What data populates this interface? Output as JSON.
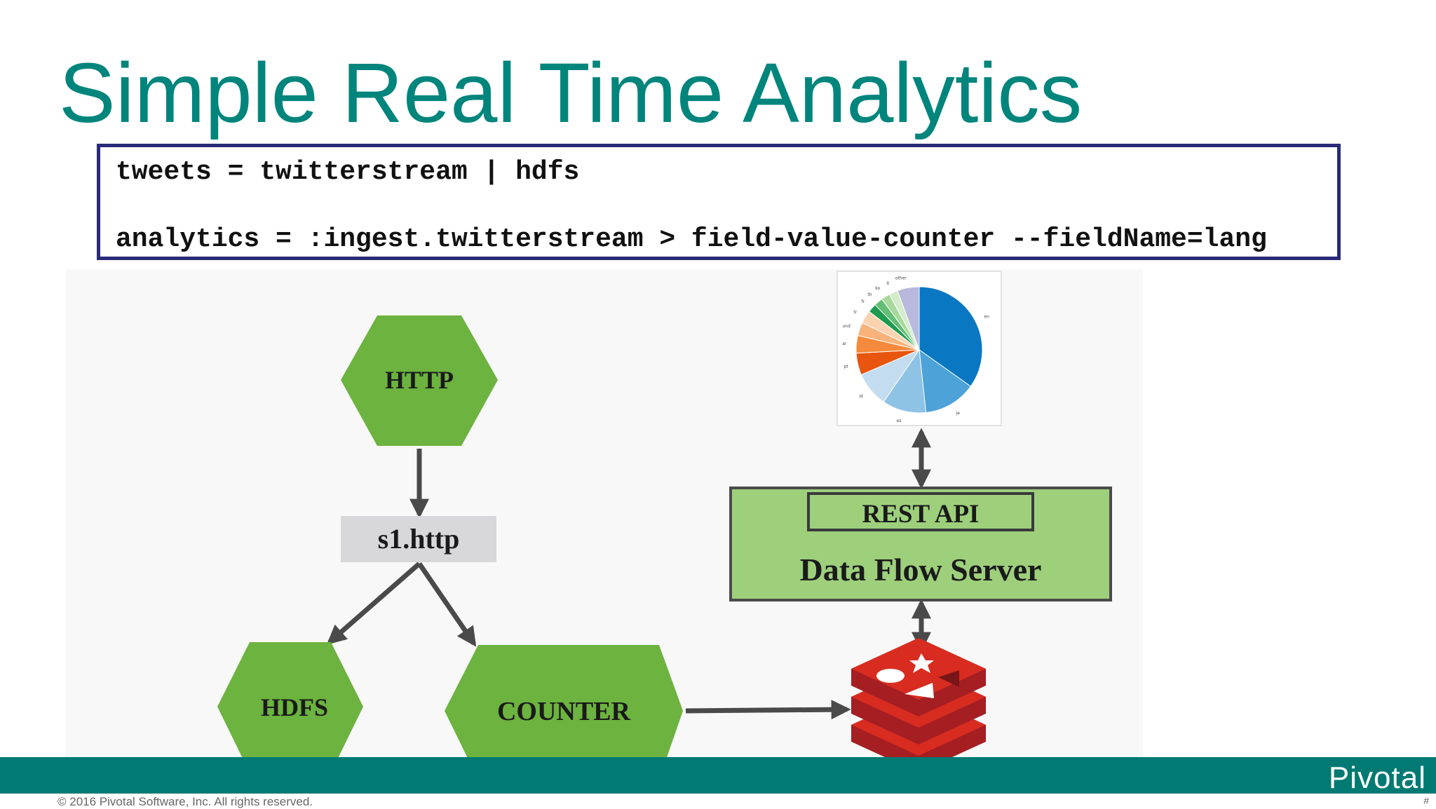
{
  "slide": {
    "title": "Simple Real Time Analytics",
    "footer_copyright": "© 2016 Pivotal Software, Inc.  All rights reserved.",
    "brand": "Pivotal",
    "page_number": "#"
  },
  "code": {
    "line1": "tweets = twitterstream | hdfs",
    "line2": "analytics = :ingest.twitterstream > field-value-counter --fieldName=lang"
  },
  "diagram": {
    "nodes": {
      "http": "HTTP",
      "channel": "s1.http",
      "hdfs": "HDFS",
      "counter": "COUNTER",
      "rest_api": "REST API",
      "server": "Data Flow Server"
    },
    "edges": [
      {
        "from": "HTTP",
        "to": "s1.http"
      },
      {
        "from": "s1.http",
        "to": "HDFS"
      },
      {
        "from": "s1.http",
        "to": "COUNTER"
      },
      {
        "from": "COUNTER",
        "to": "redis"
      },
      {
        "from": "Data Flow Server",
        "to": "redis",
        "bidirectional": true
      },
      {
        "from": "Data Flow Server",
        "to": "chart",
        "bidirectional": true
      }
    ],
    "icons": [
      "redis-logo-icon"
    ]
  },
  "chart_data": {
    "type": "pie",
    "categories": [
      "en",
      "ja",
      "es",
      "id",
      "pt",
      "ar",
      "und",
      "tr",
      "fr",
      "th",
      "ko",
      "it",
      "other"
    ],
    "values": [
      31,
      12,
      10,
      8,
      5,
      4,
      3,
      3,
      2,
      2,
      2,
      2,
      5
    ],
    "colors": [
      "#0a77c2",
      "#4da3d8",
      "#8ec3e6",
      "#c4dcef",
      "#e8550f",
      "#f58a3c",
      "#f9b27a",
      "#fbd3b0",
      "#1d9a4e",
      "#63bd73",
      "#a6d99b",
      "#d3edcb",
      "#b9b9dd"
    ]
  },
  "colors": {
    "title": "#00857c",
    "hexagon": "#6cb33f",
    "server_box": "#9ed07c",
    "footer": "#007a72",
    "redis": "#c6262e",
    "arrow": "#4a4a4a"
  }
}
